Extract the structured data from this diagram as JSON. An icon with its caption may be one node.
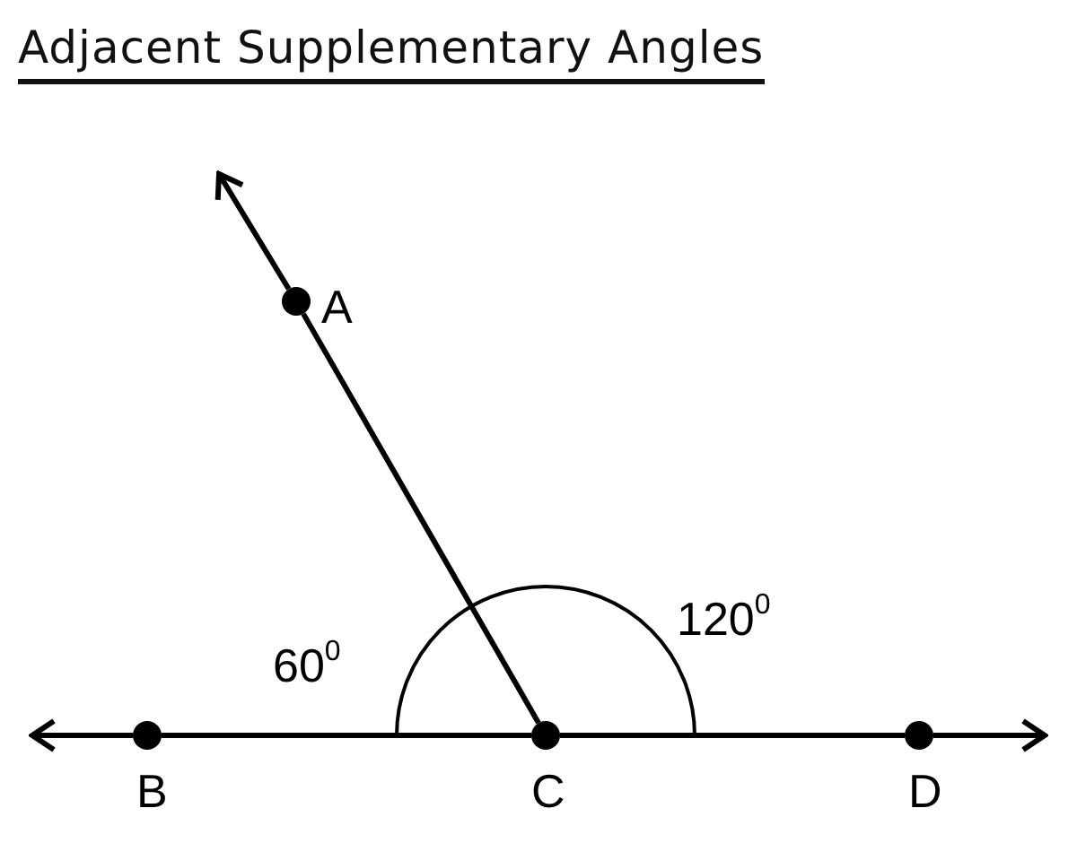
{
  "diagram": {
    "title": "Adjacent Supplementary Angles",
    "nodes": [
      {
        "text": [
          "A"
        ]
      },
      {
        "text": [
          "B"
        ]
      },
      {
        "text": [
          "C"
        ]
      },
      {
        "text": [
          "D"
        ]
      }
    ],
    "edges": [
      {
        "from": 2,
        "to": 0,
        "arrow": "none"
      },
      {
        "from": 0,
        "to": null,
        "arrow": "to"
      },
      {
        "from": 1,
        "to": 2,
        "arrow": "none"
      },
      {
        "from": 2,
        "to": 3,
        "arrow": "none"
      },
      {
        "from": 1,
        "to": null,
        "arrow": "to"
      },
      {
        "from": 3,
        "to": null,
        "arrow": "to"
      }
    ],
    "labels": [
      "60$^{0}$",
      "120$^{0}$"
    ]
  }
}
